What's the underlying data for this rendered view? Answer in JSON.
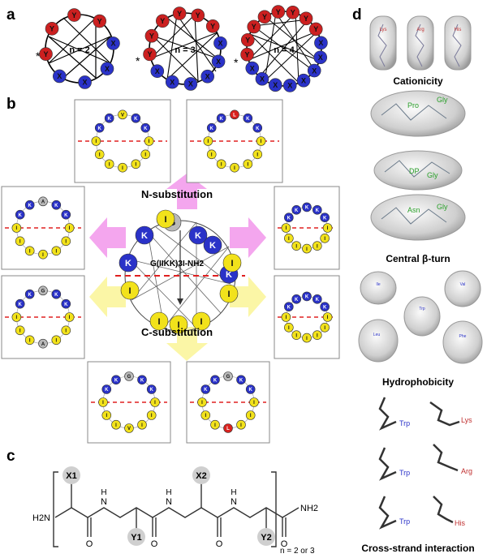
{
  "panels": {
    "a": {
      "label": "a",
      "wheels": [
        {
          "n_label": "n = 2",
          "residues": [
            "Y",
            "Y",
            "Y",
            "Y",
            "X",
            "X",
            "X",
            "X"
          ]
        },
        {
          "n_label": "n = 3",
          "residues": [
            "Y",
            "Y",
            "Y",
            "Y",
            "Y",
            "Y",
            "X",
            "X",
            "X",
            "X",
            "X",
            "X"
          ]
        },
        {
          "n_label": "n = 4",
          "residues": [
            "Y",
            "Y",
            "Y",
            "Y",
            "Y",
            "Y",
            "Y",
            "Y",
            "X",
            "X",
            "X",
            "X",
            "X",
            "X",
            "X",
            "X"
          ]
        }
      ],
      "star": "*"
    },
    "b": {
      "label": "b",
      "center_top_label": "G",
      "center_formula": "G(IIKK)3I-NH2",
      "n_sub_label": "N-substitution",
      "c_sub_label": "C-substitution",
      "center_residues": [
        "K",
        "K",
        "K",
        "K",
        "I",
        "I",
        "I",
        "I",
        "I",
        "I",
        "K",
        "I"
      ],
      "mini_top_labels": [
        "V",
        "L",
        "A",
        "",
        "G",
        "",
        "G",
        "G"
      ],
      "mini_bottom_labels": [
        "",
        "",
        "",
        "",
        "A",
        "",
        "V",
        "L"
      ]
    },
    "c": {
      "label": "c",
      "structure": {
        "x1": "X1",
        "x2": "X2",
        "y1": "Y1",
        "y2": "Y2",
        "h2n": "H2N",
        "nh2": "NH2",
        "nh": [
          "N",
          "N",
          "N"
        ],
        "h": [
          "H",
          "H",
          "H"
        ],
        "o": [
          "O",
          "O",
          "O",
          "O"
        ],
        "repeat_label": "n = 2 or 3"
      }
    },
    "d": {
      "label": "d",
      "cationicity": {
        "title": "Cationicity",
        "residues": [
          "Lys",
          "Arg",
          "His"
        ]
      },
      "turns": [
        {
          "labels": [
            "Pro",
            "Gly"
          ]
        },
        {
          "labels": [
            "DP",
            "Gly"
          ]
        },
        {
          "labels": [
            "Asn",
            "Gly"
          ]
        }
      ],
      "turn_title": "Central β-turn",
      "hydrophobicity": {
        "title": "Hydrophobicity",
        "residues": [
          "Ile",
          "Val",
          "Trp",
          "Leu",
          "Phe"
        ]
      },
      "cross_strand": {
        "title": "Cross-strand interaction",
        "pairs": [
          [
            "Trp",
            "Lys"
          ],
          [
            "Trp",
            "Arg"
          ],
          [
            "Trp",
            "His"
          ]
        ]
      }
    }
  },
  "colors": {
    "cationic": "#2a32c8",
    "hydrophobic": "#f2e21b",
    "glycine": "#b9b9b9",
    "special": "#d9221e",
    "red_wheel": "#cc2020",
    "dashed": "#e02020"
  }
}
